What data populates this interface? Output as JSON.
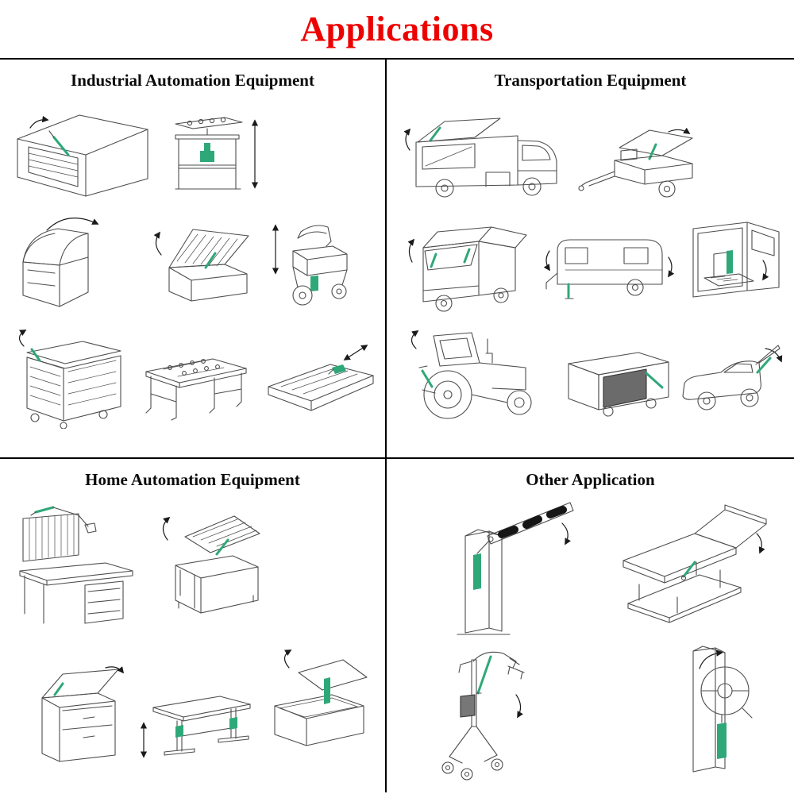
{
  "title": "Applications",
  "colors": {
    "title_red": "#ed0000",
    "actuator_green": "#2fa879",
    "line": "#4d4d4d",
    "border": "#000000"
  },
  "sections": [
    {
      "id": "industrial",
      "title": "Industrial Automation Equipment",
      "illustrations": [
        {
          "name": "garage-door-illustration"
        },
        {
          "name": "lift-table-illustration"
        },
        {
          "name": "display-case-illustration"
        },
        {
          "name": "storage-bed-illustration"
        },
        {
          "name": "hand-trolley-illustration"
        },
        {
          "name": "storage-container-illustration"
        },
        {
          "name": "worktable-illustration"
        },
        {
          "name": "tilting-platform-illustration"
        }
      ]
    },
    {
      "id": "transportation",
      "title": "Transportation Equipment",
      "illustrations": [
        {
          "name": "food-truck-illustration"
        },
        {
          "name": "tipping-trailer-illustration"
        },
        {
          "name": "step-van-illustration"
        },
        {
          "name": "caravan-illustration"
        },
        {
          "name": "van-lift-illustration"
        },
        {
          "name": "tractor-illustration"
        },
        {
          "name": "truck-side-cover-illustration"
        },
        {
          "name": "car-hatch-illustration"
        }
      ]
    },
    {
      "id": "home",
      "title": "Home Automation Equipment",
      "illustrations": [
        {
          "name": "workbench-lamp-illustration"
        },
        {
          "name": "storage-seat-illustration"
        },
        {
          "name": "flap-cabinet-illustration"
        },
        {
          "name": "adjustable-desk-illustration"
        },
        {
          "name": "storage-box-illustration"
        }
      ]
    },
    {
      "id": "other",
      "title": "Other Application",
      "illustrations": [
        {
          "name": "boom-barrier-illustration"
        },
        {
          "name": "tilt-bed-illustration"
        },
        {
          "name": "patient-lift-illustration"
        },
        {
          "name": "wall-reel-illustration"
        }
      ]
    }
  ]
}
